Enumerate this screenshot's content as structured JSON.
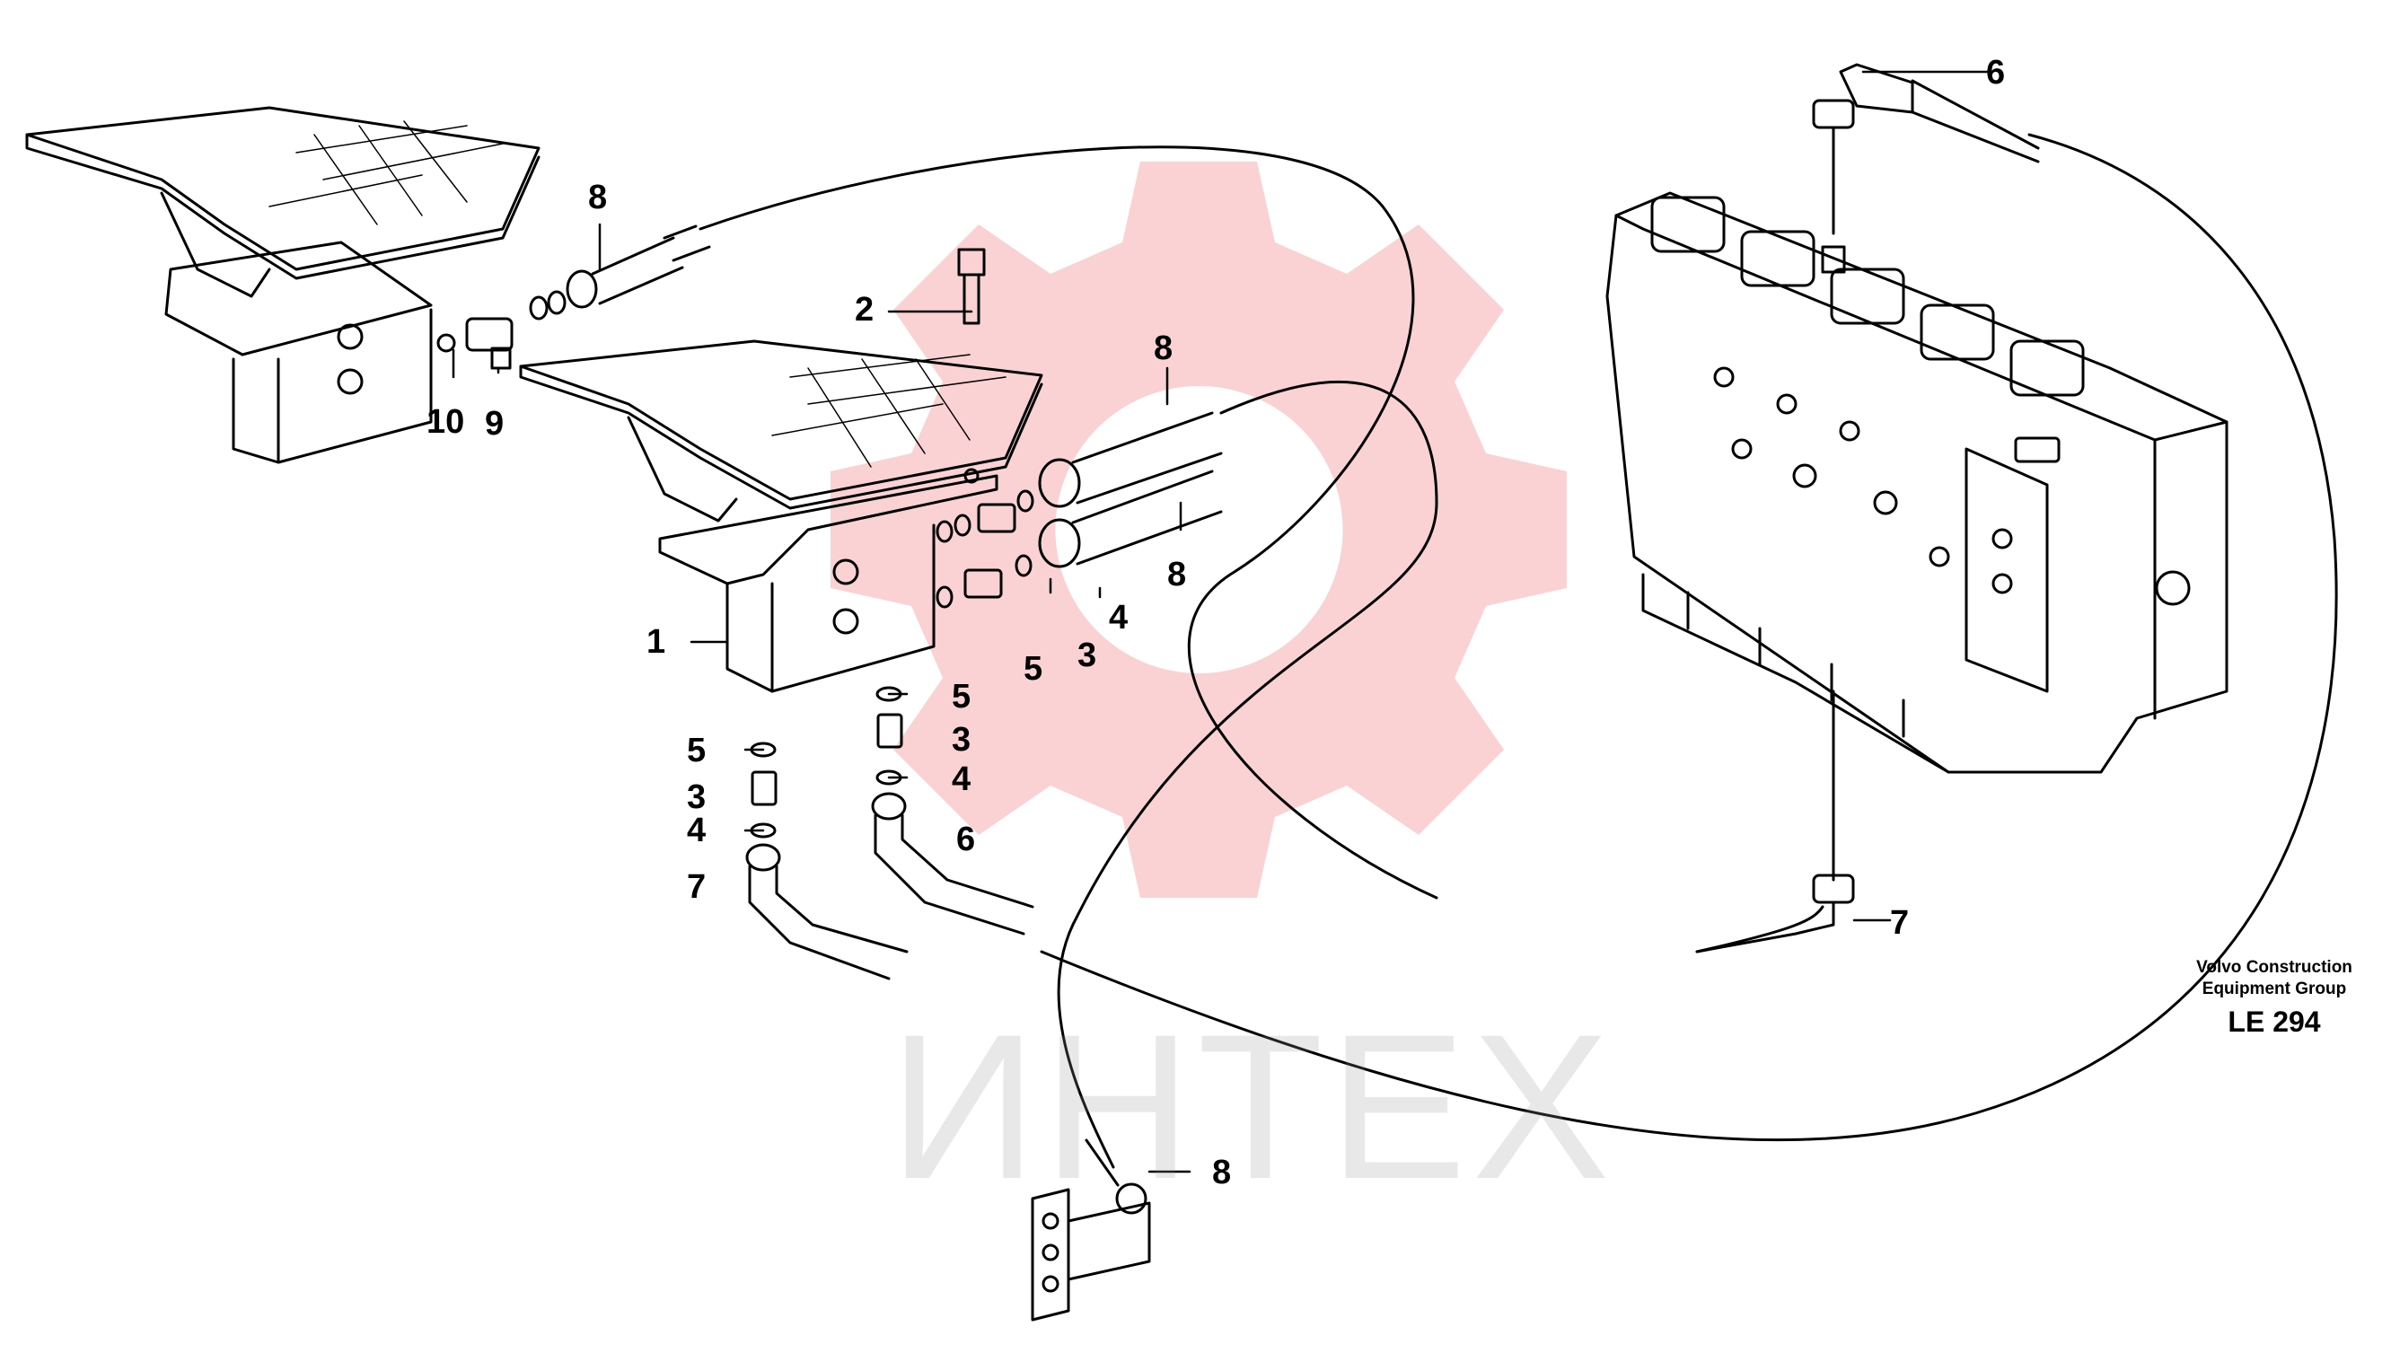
{
  "diagram": {
    "callouts": {
      "c1": "1",
      "c2": "2",
      "c3a": "3",
      "c3b": "3",
      "c3c": "3",
      "c4a": "4",
      "c4b": "4",
      "c4c": "4",
      "c5a": "5",
      "c5b": "5",
      "c5c": "5",
      "c6a": "6",
      "c6b": "6",
      "c7a": "7",
      "c7b": "7",
      "c8a": "8",
      "c8b": "8",
      "c8c": "8",
      "c8d": "8",
      "c9": "9",
      "c10": "10"
    }
  },
  "caption": {
    "line1": "Volvo Construction",
    "line2": "Equipment Group",
    "code": "LE 294"
  },
  "watermark": {
    "text": "ИНТЕХ",
    "color": "#e8323c"
  }
}
